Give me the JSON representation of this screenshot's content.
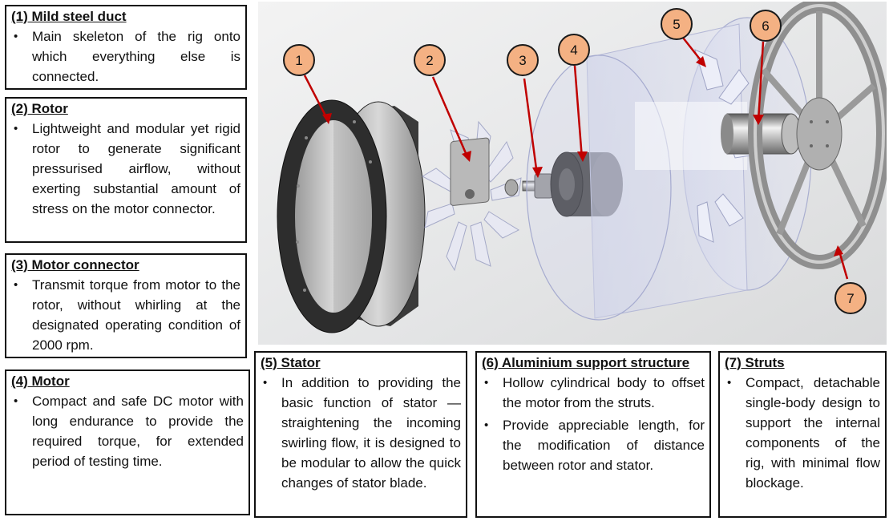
{
  "callouts": [
    "1",
    "2",
    "3",
    "4",
    "5",
    "6",
    "7"
  ],
  "colors": {
    "callout_fill": "#f4b183",
    "arrow": "#c00000"
  },
  "boxes": [
    {
      "title": "(1) Mild steel duct",
      "bullets": [
        "Main skeleton of the rig onto which everything else is connected."
      ]
    },
    {
      "title": "(2) Rotor",
      "bullets": [
        "Lightweight and modular yet rigid rotor to generate significant pressurised airflow, without exerting substantial amount of stress on the motor connector."
      ]
    },
    {
      "title": "(3) Motor connector",
      "bullets": [
        "Transmit torque from motor to the rotor, without whirling at the designated operating condition of 2000 rpm."
      ]
    },
    {
      "title": "(4) Motor",
      "bullets": [
        "Compact and safe DC motor with long endurance to provide the required torque, for extended period of testing time."
      ]
    },
    {
      "title": "(5) Stator",
      "bullets": [
        "In addition to providing the basic function of stator — straightening the incoming swirling flow, it is designed to be modular to allow the quick changes of stator blade."
      ]
    },
    {
      "title": "(6) Aluminium support structure",
      "bullets": [
        "Hollow cylindrical body to offset the motor from the struts.",
        "Provide appreciable length, for the modification of distance between rotor and stator."
      ]
    },
    {
      "title": "(7) Struts",
      "bullets": [
        "Compact, detachable single-body design to support the internal components of the rig, with minimal flow blockage."
      ]
    }
  ]
}
